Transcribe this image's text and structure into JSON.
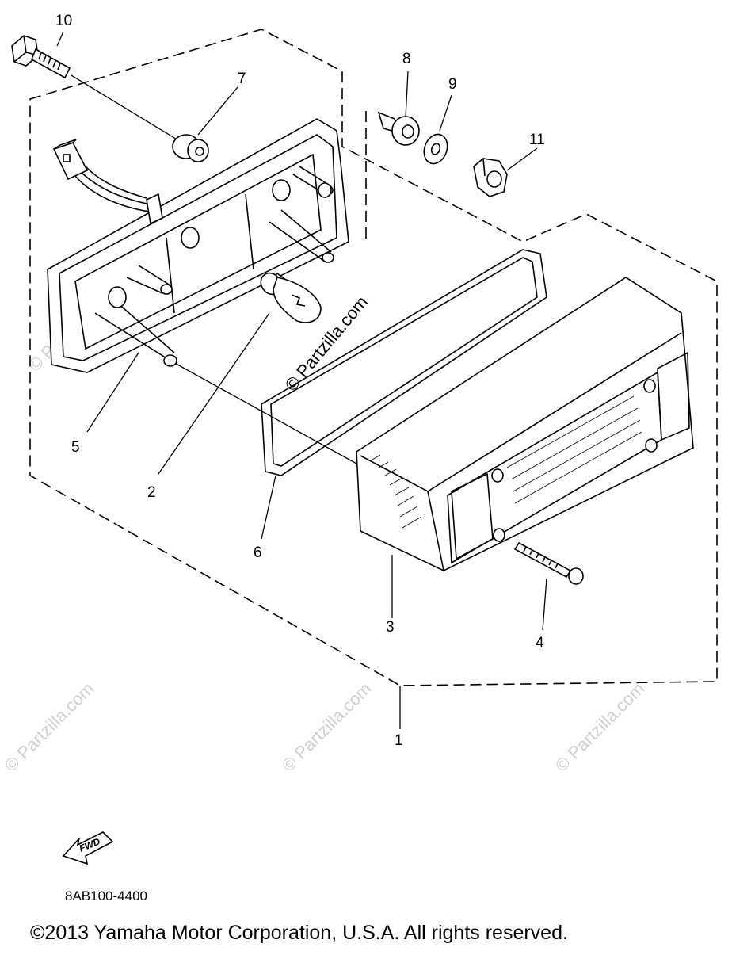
{
  "callouts": {
    "c1": "1",
    "c2": "2",
    "c3": "3",
    "c4": "4",
    "c5": "5",
    "c6": "6",
    "c7": "7",
    "c8": "8",
    "c9": "9",
    "c10": "10",
    "c11": "11"
  },
  "watermark": "© Partzilla.com",
  "fwd_label": "FWD",
  "diagram_code": "8AB100-4400",
  "copyright": "©2013  Yamaha Motor Corporation, U.S.A. All rights reserved."
}
